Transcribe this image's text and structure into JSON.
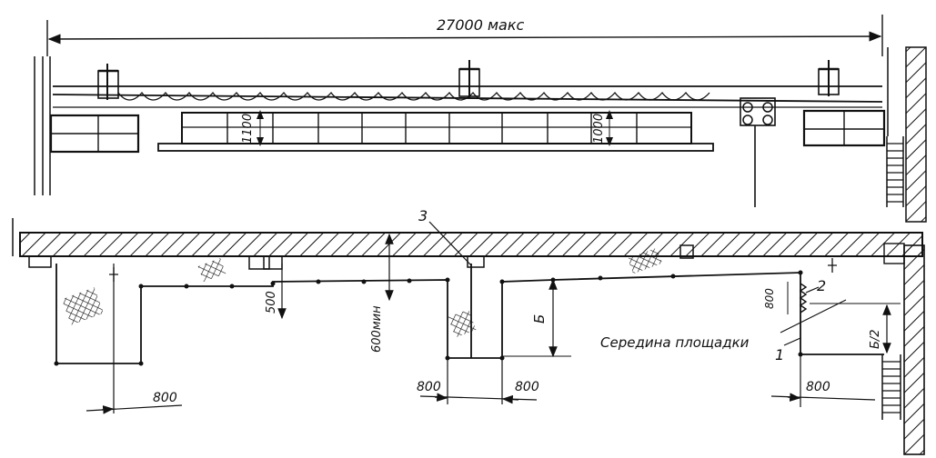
{
  "top_view": {
    "span_label": "27000 макс",
    "height_label_left": "1100",
    "height_label_right": "1000"
  },
  "bottom_view": {
    "callout_1": "1",
    "callout_2": "2",
    "callout_3": "3",
    "dim_500": "500",
    "dim_600_min": "600мин",
    "dim_B": "Б",
    "dim_B_half": "Б/2",
    "dim_800_left": "800",
    "dim_800_center_left": "800",
    "dim_800_center_right": "800",
    "dim_800_right": "800",
    "dim_800_vertical": "800",
    "platform_middle_label": "Середина площадки"
  }
}
